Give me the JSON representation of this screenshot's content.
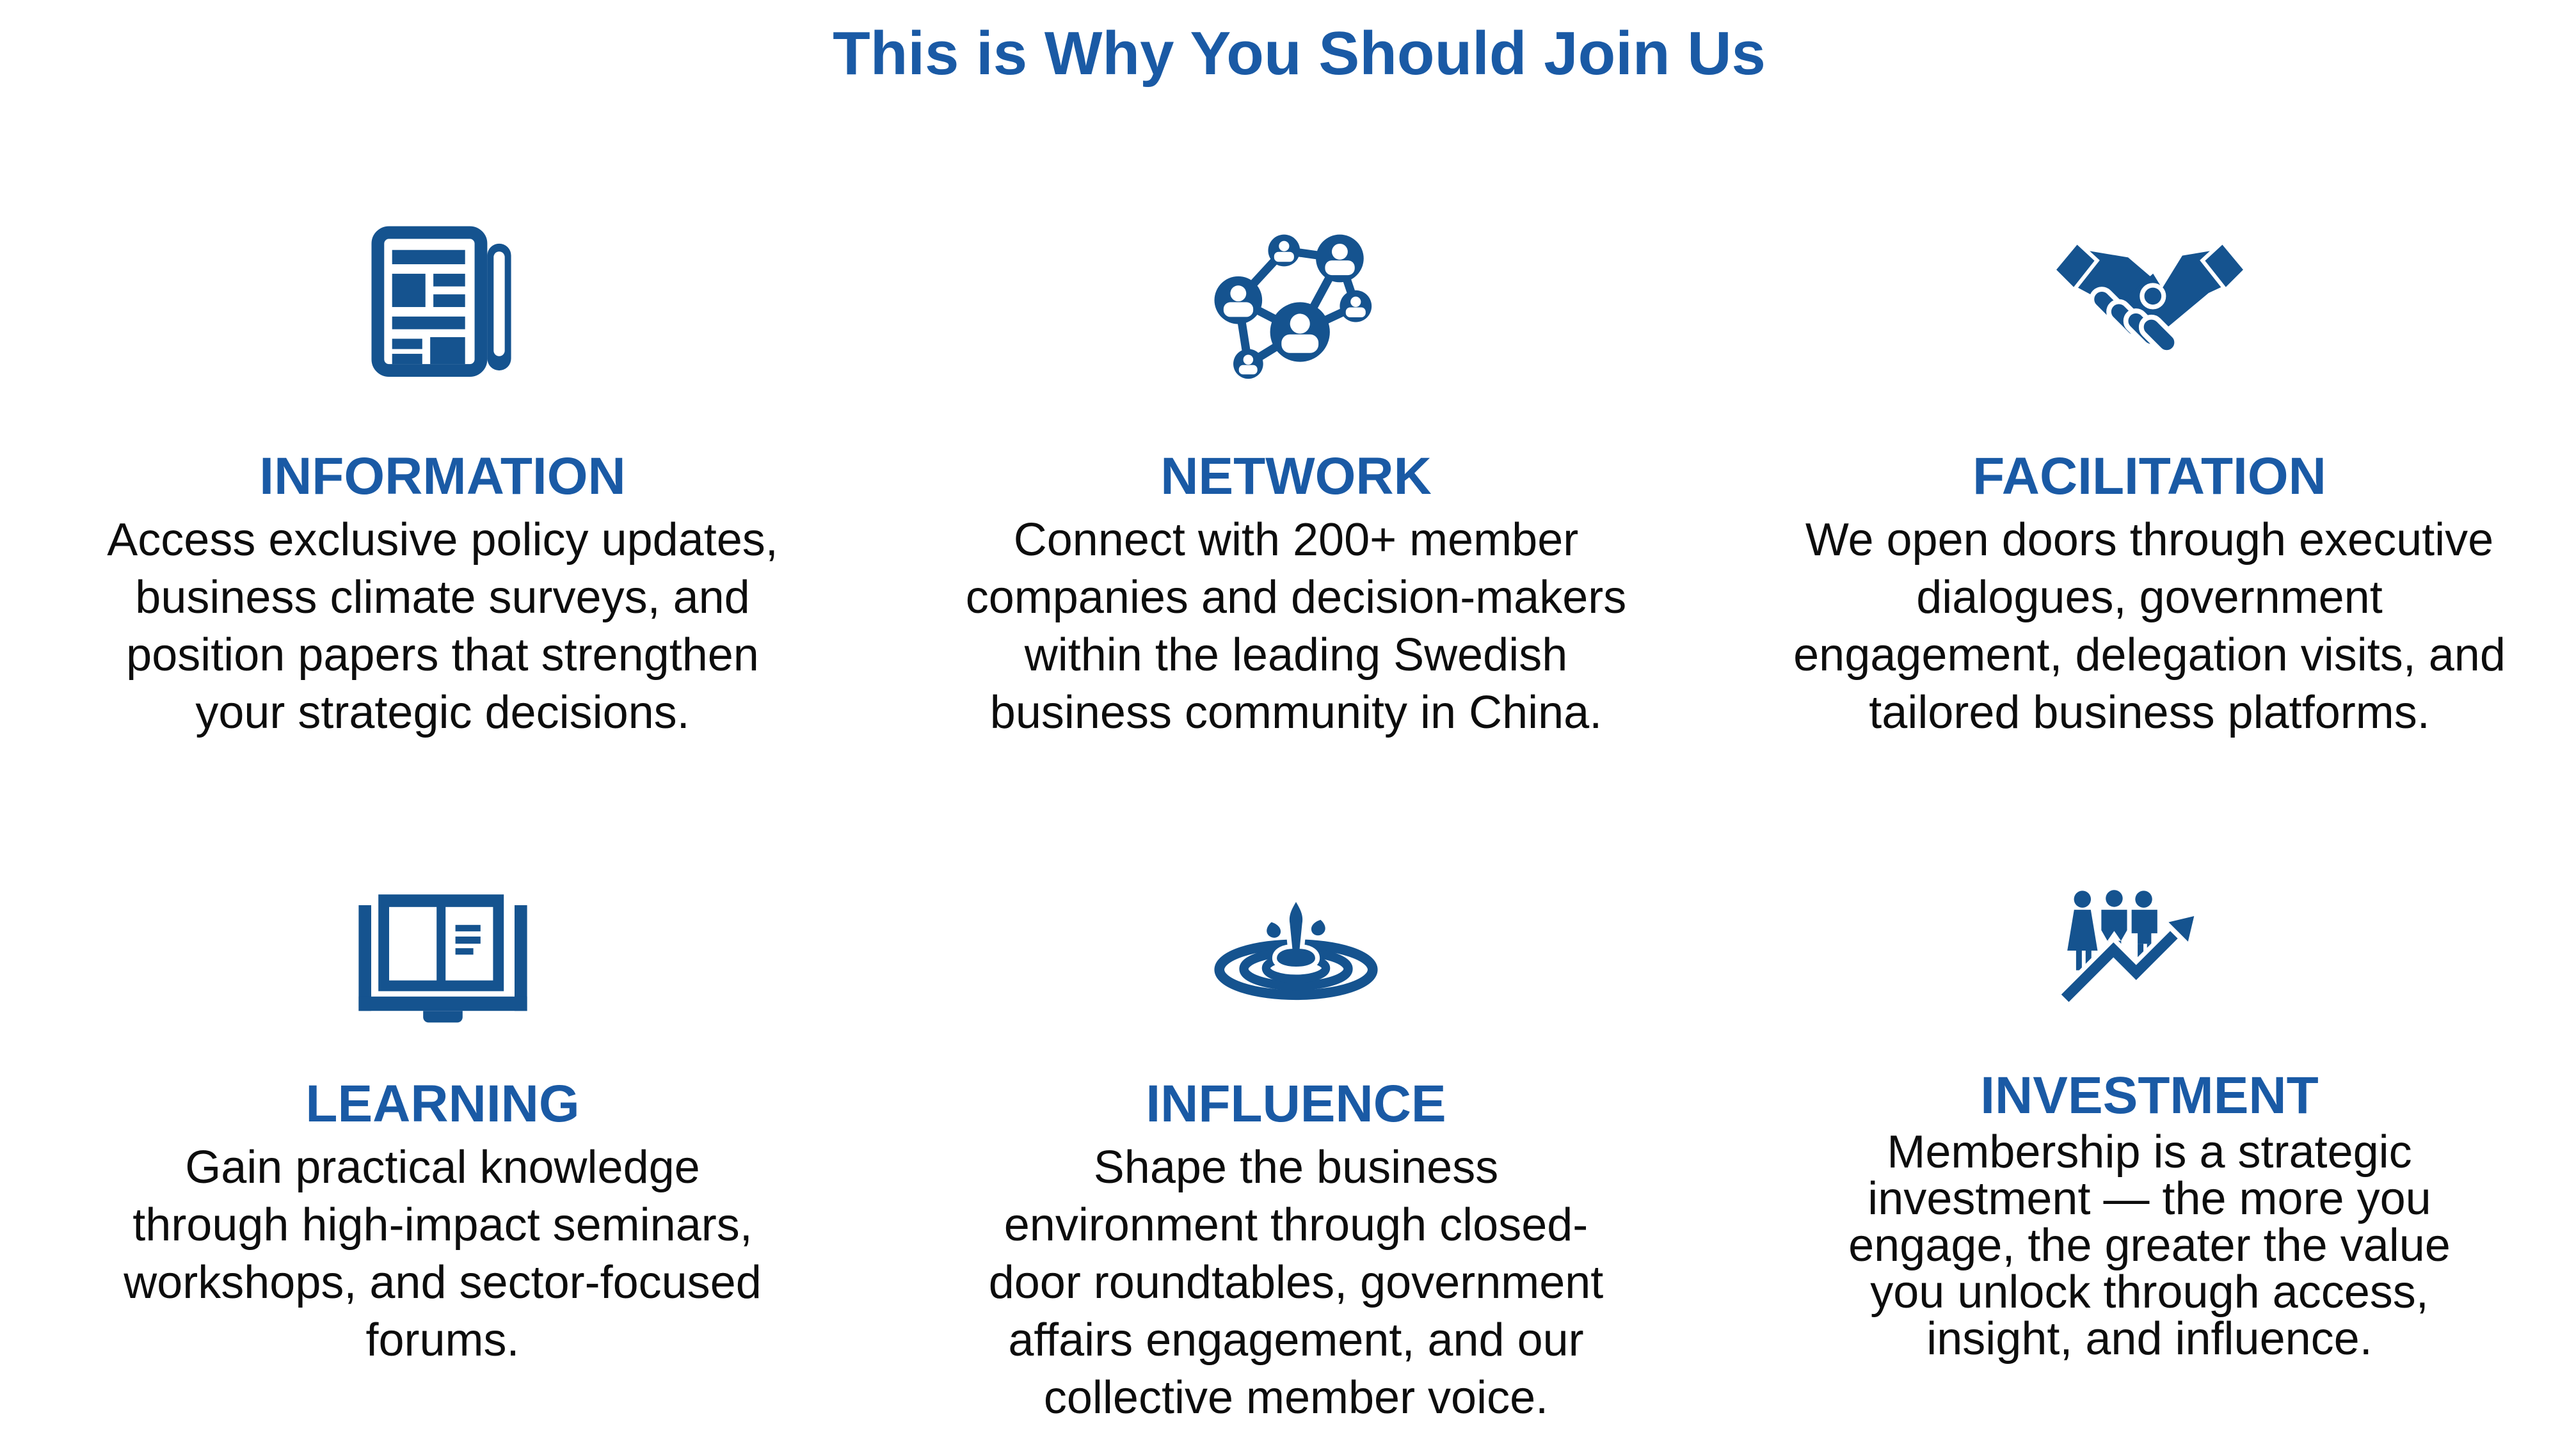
{
  "slide": {
    "title": "This is Why You Should Join Us",
    "colors": {
      "accent_blue": "#1A5AA5",
      "icon_blue": "#15538F",
      "body_text": "#0D0D0D",
      "background": "#FFFFFF"
    },
    "benefits": [
      {
        "icon": "newspaper-icon",
        "heading": "INFORMATION",
        "description": "Access exclusive policy updates, business climate surveys, and position papers that strengthen your strategic decisions.",
        "lines": [
          "Access exclusive policy updates,",
          "business climate surveys, and",
          "position papers that strengthen",
          "your strategic decisions."
        ]
      },
      {
        "icon": "network-icon",
        "heading": "NETWORK",
        "description": "Connect with 200+ member companies and decision-makers within the leading Swedish business community in China.",
        "lines": [
          "Connect with 200+ member",
          "companies and decision-makers",
          "within the leading Swedish",
          "business community in China."
        ]
      },
      {
        "icon": "handshake-icon",
        "heading": "FACILITATION",
        "description": "We open doors through executive dialogues, government engagement, delegation visits, and tailored business platforms.",
        "lines": [
          "We open doors through executive",
          "dialogues, government",
          "engagement, delegation visits, and",
          "tailored business platforms."
        ]
      },
      {
        "icon": "open-book-icon",
        "heading": "LEARNING",
        "description": "Gain practical knowledge through high-impact seminars, workshops, and sector-focused forums.",
        "lines": [
          "Gain practical knowledge",
          "through high-impact seminars,",
          "workshops, and sector-focused",
          "forums."
        ]
      },
      {
        "icon": "water-ripple-icon",
        "heading": "INFLUENCE",
        "description": "Shape the business environment through closed-door roundtables, government affairs engagement, and our collective member voice.",
        "lines": [
          "Shape the business",
          "environment through closed-",
          "door roundtables, government",
          "affairs engagement, and our",
          "collective member voice."
        ]
      },
      {
        "icon": "people-growth-arrow-icon",
        "heading": "INVESTMENT",
        "description": "Membership is a strategic investment — the more you engage, the greater the value you unlock through access, insight, and influence.",
        "lines": [
          "Membership is a strategic",
          "investment — the more you",
          "engage, the greater the value",
          "you unlock through access,",
          "insight, and influence."
        ]
      }
    ]
  }
}
